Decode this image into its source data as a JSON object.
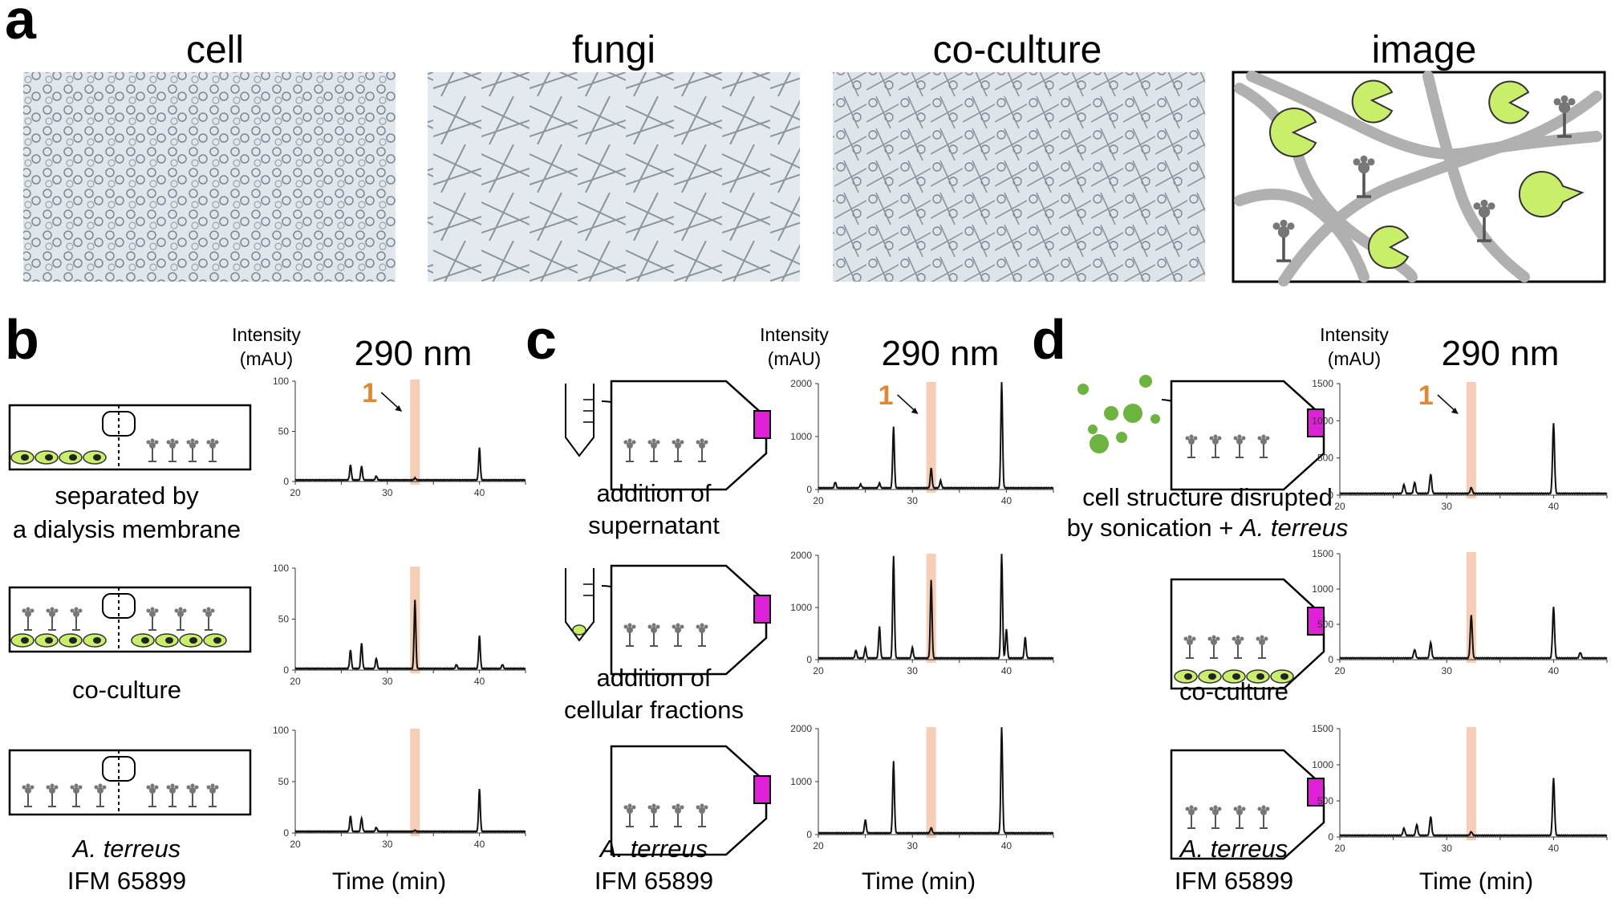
{
  "panels": {
    "a": {
      "letter": "a",
      "photos": [
        {
          "title": "cell"
        },
        {
          "title": "fungi"
        },
        {
          "title": "co-culture"
        },
        {
          "title": "image"
        }
      ]
    },
    "b": {
      "letter": "b",
      "yunit_line1": "Intensity",
      "yunit_line2": "(mAU)",
      "wavelength": "290 nm",
      "peak_label": "1",
      "xlabel": "Time (min)",
      "labels": [
        "separated by",
        "a dialysis membrane",
        "co-culture",
        "A. terreus",
        "IFM 65899"
      ]
    },
    "c": {
      "letter": "c",
      "yunit_line1": "Intensity",
      "yunit_line2": "(mAU)",
      "wavelength": "290 nm",
      "peak_label": "1",
      "xlabel": "Time (min)",
      "labels": [
        "addition of",
        "supernatant",
        "addition of",
        "cellular fractions",
        "A. terreus",
        "IFM 65899"
      ]
    },
    "d": {
      "letter": "d",
      "yunit_line1": "Intensity",
      "yunit_line2": "(mAU)",
      "wavelength": "290 nm",
      "peak_label": "1",
      "xlabel": "Time (min)",
      "labels": [
        "cell structure disrupted",
        "by sonication + ",
        "A. terreus",
        "co-culture",
        "A. terreus",
        "IFM 65899"
      ]
    }
  },
  "colors": {
    "highlight": "#f5c6a8",
    "peak_label": "#e2862f",
    "cell": "#c8ee6a",
    "fungus": "#8a8a8a",
    "hyphae": "#b0b0b0",
    "flask_cap": "#e020d8",
    "trace": "#111111"
  },
  "chart_data": [
    {
      "type": "line",
      "panel": "b",
      "condition": "separated by a dialysis membrane",
      "xlim": [
        20,
        45
      ],
      "ylim": [
        0,
        100
      ],
      "xticks": [
        20,
        30,
        40
      ],
      "yticks": [
        0,
        50,
        100
      ],
      "highlight_x": 33,
      "peaks": [
        {
          "x": 26,
          "y": 15
        },
        {
          "x": 27.2,
          "y": 14
        },
        {
          "x": 28.8,
          "y": 4
        },
        {
          "x": 33,
          "y": 2
        },
        {
          "x": 40,
          "y": 32
        }
      ]
    },
    {
      "type": "line",
      "panel": "b",
      "condition": "co-culture",
      "xlim": [
        20,
        45
      ],
      "ylim": [
        0,
        100
      ],
      "xticks": [
        20,
        30,
        40
      ],
      "yticks": [
        0,
        50,
        100
      ],
      "highlight_x": 33,
      "peaks": [
        {
          "x": 26,
          "y": 18
        },
        {
          "x": 27.2,
          "y": 25
        },
        {
          "x": 28.8,
          "y": 10
        },
        {
          "x": 33,
          "y": 67
        },
        {
          "x": 37.5,
          "y": 4
        },
        {
          "x": 40,
          "y": 32
        },
        {
          "x": 42.5,
          "y": 4
        }
      ]
    },
    {
      "type": "line",
      "panel": "b",
      "condition": "A. terreus IFM 65899",
      "xlim": [
        20,
        45
      ],
      "ylim": [
        0,
        100
      ],
      "xticks": [
        20,
        30,
        40
      ],
      "yticks": [
        0,
        50,
        100
      ],
      "highlight_x": 33,
      "peaks": [
        {
          "x": 26,
          "y": 15
        },
        {
          "x": 27.2,
          "y": 13
        },
        {
          "x": 28.8,
          "y": 4
        },
        {
          "x": 33,
          "y": 1
        },
        {
          "x": 40,
          "y": 41
        }
      ]
    },
    {
      "type": "line",
      "panel": "c",
      "condition": "addition of supernatant",
      "xlim": [
        20,
        45
      ],
      "ylim": [
        0,
        2000
      ],
      "xticks": [
        20,
        30,
        40
      ],
      "yticks": [
        0,
        1000,
        2000
      ],
      "highlight_x": 32,
      "peaks": [
        {
          "x": 21.8,
          "y": 110
        },
        {
          "x": 24.5,
          "y": 70
        },
        {
          "x": 26.5,
          "y": 90
        },
        {
          "x": 28,
          "y": 1150
        },
        {
          "x": 32,
          "y": 380
        },
        {
          "x": 33,
          "y": 140
        },
        {
          "x": 39.5,
          "y": 2000
        }
      ]
    },
    {
      "type": "line",
      "panel": "c",
      "condition": "addition of cellular fractions",
      "xlim": [
        20,
        45
      ],
      "ylim": [
        0,
        2000
      ],
      "xticks": [
        20,
        30,
        40
      ],
      "yticks": [
        0,
        1000,
        2000
      ],
      "highlight_x": 32,
      "peaks": [
        {
          "x": 24,
          "y": 150
        },
        {
          "x": 25,
          "y": 200
        },
        {
          "x": 26.5,
          "y": 600
        },
        {
          "x": 28,
          "y": 1950
        },
        {
          "x": 30,
          "y": 200
        },
        {
          "x": 32,
          "y": 1500
        },
        {
          "x": 39.5,
          "y": 2000
        },
        {
          "x": 40,
          "y": 550
        },
        {
          "x": 42,
          "y": 400
        }
      ]
    },
    {
      "type": "line",
      "panel": "c",
      "condition": "A. terreus IFM 65899",
      "xlim": [
        20,
        45
      ],
      "ylim": [
        0,
        2000
      ],
      "xticks": [
        20,
        30,
        40
      ],
      "yticks": [
        0,
        1000,
        2000
      ],
      "highlight_x": 32,
      "peaks": [
        {
          "x": 25,
          "y": 250
        },
        {
          "x": 28,
          "y": 1350
        },
        {
          "x": 32,
          "y": 100
        },
        {
          "x": 39.5,
          "y": 2000
        }
      ]
    },
    {
      "type": "line",
      "panel": "d",
      "condition": "cell structure disrupted by sonication + A. terreus",
      "xlim": [
        20,
        45
      ],
      "ylim": [
        0,
        1500
      ],
      "xticks": [
        20,
        30,
        40
      ],
      "yticks": [
        0,
        500,
        1000,
        1500
      ],
      "highlight_x": 32.3,
      "peaks": [
        {
          "x": 26,
          "y": 120
        },
        {
          "x": 27,
          "y": 150
        },
        {
          "x": 28.5,
          "y": 260
        },
        {
          "x": 32.3,
          "y": 80
        },
        {
          "x": 40,
          "y": 940
        }
      ]
    },
    {
      "type": "line",
      "panel": "d",
      "condition": "co-culture",
      "xlim": [
        20,
        45
      ],
      "ylim": [
        0,
        1500
      ],
      "xticks": [
        20,
        30,
        40
      ],
      "yticks": [
        0,
        500,
        1000,
        1500
      ],
      "highlight_x": 32.3,
      "peaks": [
        {
          "x": 27,
          "y": 120
        },
        {
          "x": 28.5,
          "y": 220
        },
        {
          "x": 32.3,
          "y": 610
        },
        {
          "x": 40,
          "y": 720
        },
        {
          "x": 42.5,
          "y": 80
        }
      ]
    },
    {
      "type": "line",
      "panel": "d",
      "condition": "A. terreus IFM 65899",
      "xlim": [
        20,
        45
      ],
      "ylim": [
        0,
        1500
      ],
      "xticks": [
        20,
        30,
        40
      ],
      "yticks": [
        0,
        500,
        1000,
        1500
      ],
      "highlight_x": 32.3,
      "peaks": [
        {
          "x": 26,
          "y": 100
        },
        {
          "x": 27.2,
          "y": 150
        },
        {
          "x": 28.5,
          "y": 260
        },
        {
          "x": 32.3,
          "y": 50
        },
        {
          "x": 40,
          "y": 790
        }
      ]
    }
  ]
}
